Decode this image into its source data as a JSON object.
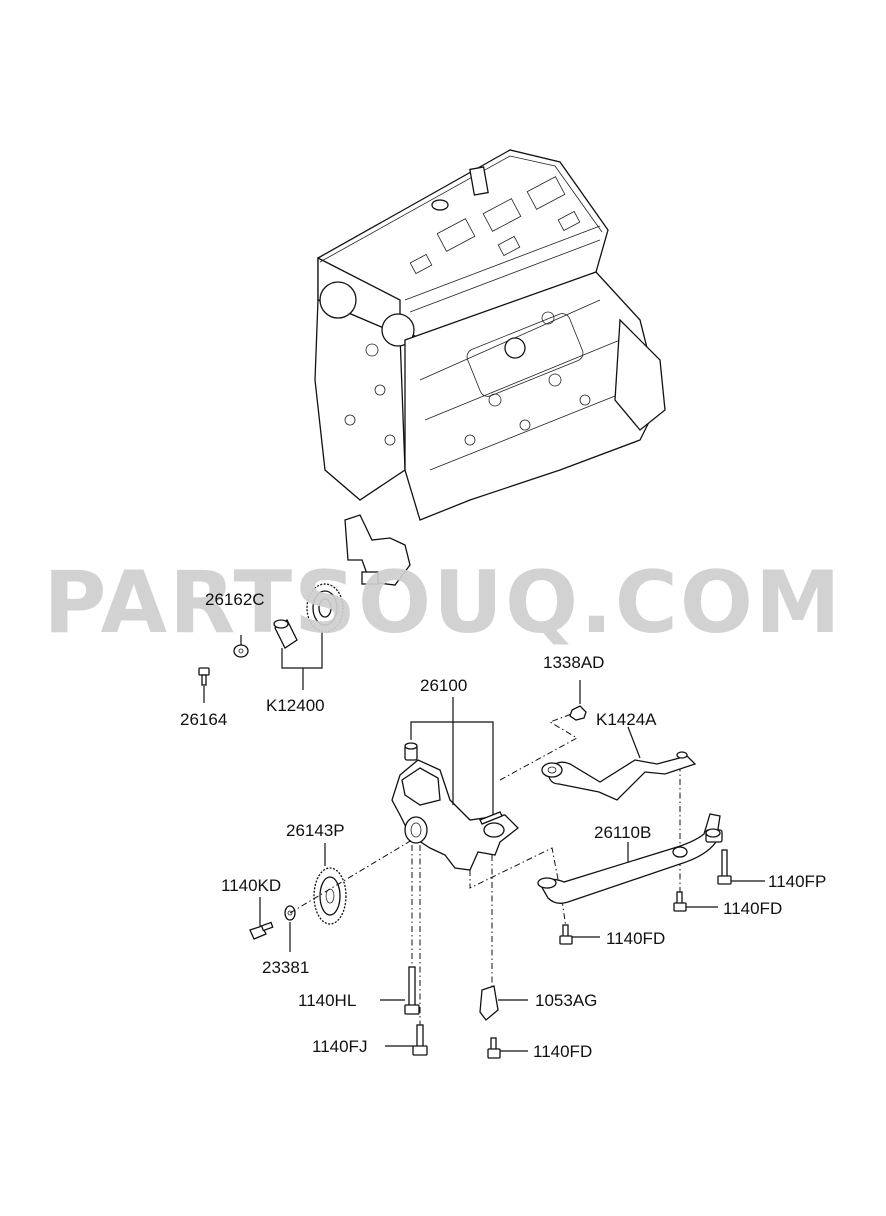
{
  "watermark": "PARTSOUQ.COM",
  "labels": {
    "l_26162C": "26162C",
    "l_26164": "26164",
    "l_K12400": "K12400",
    "l_26100": "26100",
    "l_1338AD": "1338AD",
    "l_K1424A": "K1424A",
    "l_26143P": "26143P",
    "l_26110B": "26110B",
    "l_1140KD": "1140KD",
    "l_23381": "23381",
    "l_1140FP": "1140FP",
    "l_1140FD_a": "1140FD",
    "l_1140FD_b": "1140FD",
    "l_1140HL": "1140HL",
    "l_1053AG": "1053AG",
    "l_1140FJ": "1140FJ",
    "l_1140FD_c": "1140FD"
  }
}
